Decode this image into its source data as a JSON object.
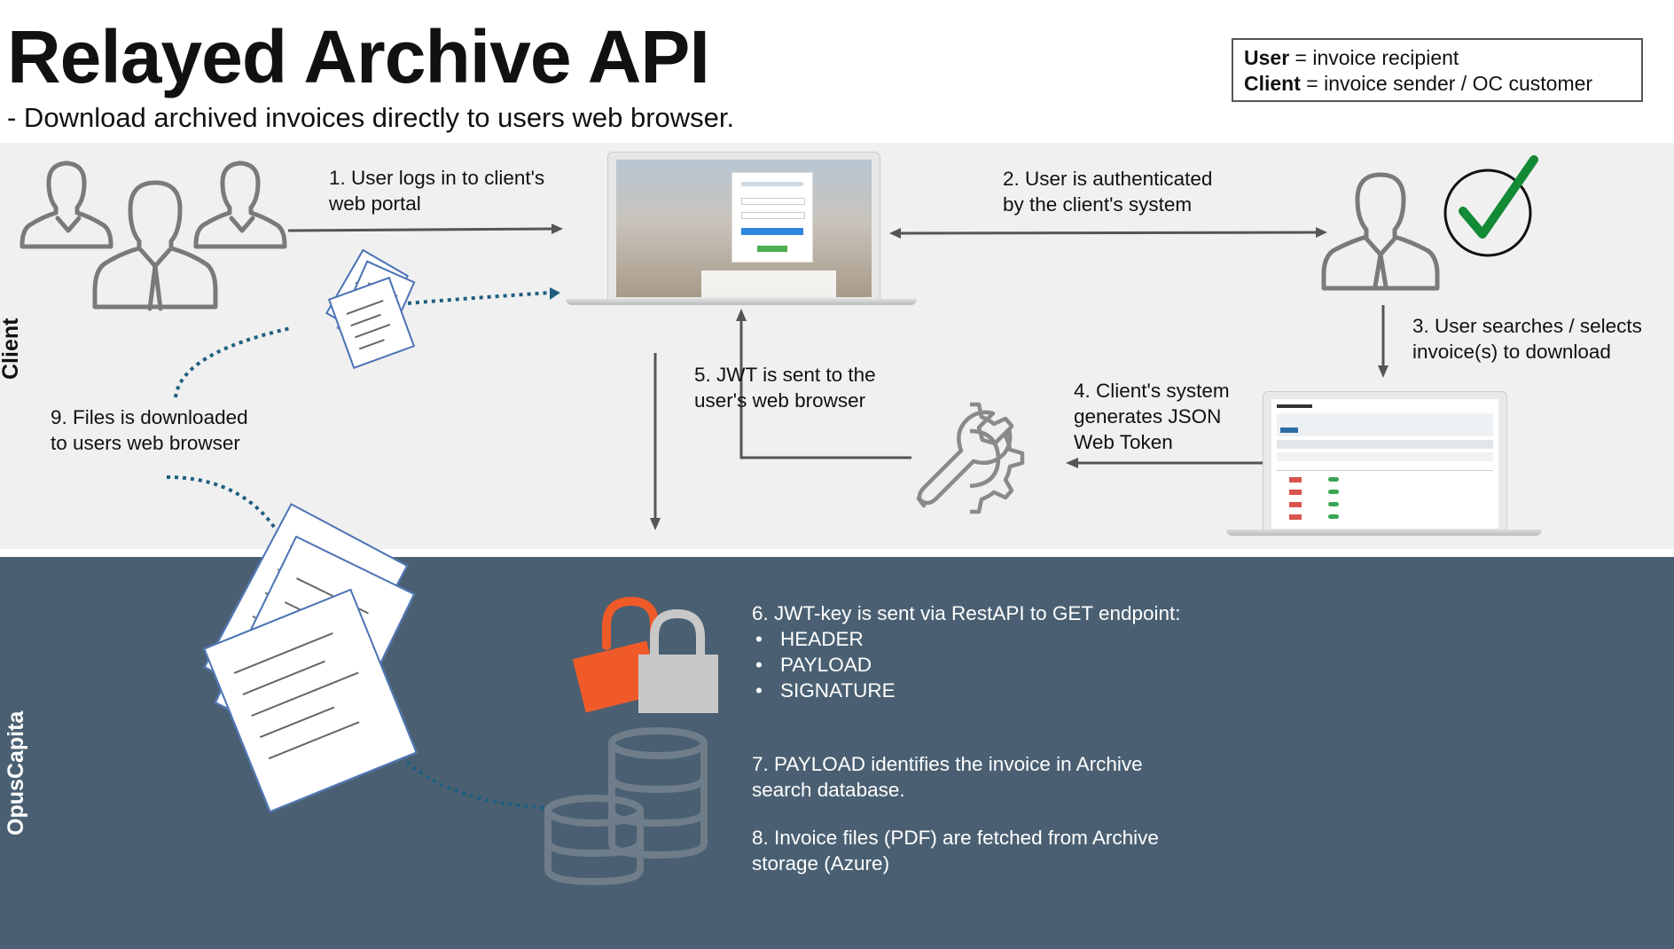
{
  "header": {
    "title": "Relayed Archive API",
    "subtitle": "- Download archived invoices directly to users web browser."
  },
  "legend": {
    "user_term": "User",
    "user_desc": " = invoice recipient",
    "client_term": "Client",
    "client_desc": " = invoice sender / OC customer"
  },
  "sections": {
    "client": "Client",
    "opus": "OpusCapita"
  },
  "steps": {
    "s1": "1. User logs in to client's\nweb portal",
    "s2": "2. User is authenticated\nby the client's system",
    "s3": "3. User searches / selects\ninvoice(s) to download",
    "s4": "4. Client's system\ngenerates JSON\nWeb Token",
    "s5": "5. JWT is sent to the\nuser's web browser",
    "s6": "6. JWT-key is sent via  RestAPI to GET endpoint:",
    "s6_items": [
      "HEADER",
      "PAYLOAD",
      "SIGNATURE"
    ],
    "s7": "7. PAYLOAD identifies the invoice in Archive\nsearch database.",
    "s8": "8. Invoice files (PDF) are fetched from Archive\nstorage (Azure)",
    "s9": "9. Files is downloaded\nto users web browser"
  },
  "icons": {
    "users_group": "users-group-icon",
    "single_user": "user-icon",
    "check": "checkmark-icon",
    "gear": "wrench-gear-icon",
    "locks": "padlock-icon",
    "database": "database-icon",
    "documents": "invoice-document-icon"
  },
  "colors": {
    "client_band": "#f0f0f0",
    "opus_band": "#4a6072",
    "arrow": "#555555",
    "dotted": "#1f5f80",
    "lock_open": "#f05a28",
    "lock_closed": "#c8c8c8",
    "check": "#138a36"
  }
}
